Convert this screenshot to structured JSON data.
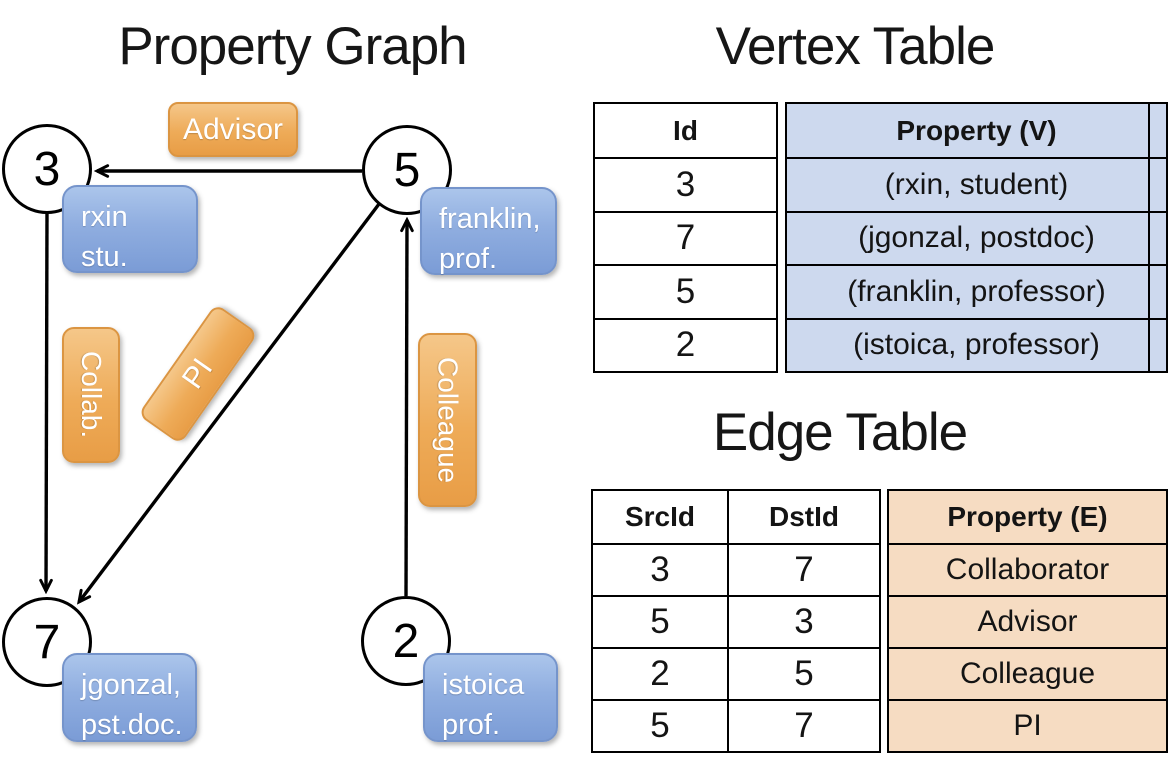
{
  "diagram": {
    "graph": {
      "title": "Property Graph",
      "nodes": {
        "n3": "3",
        "n5": "5",
        "n7": "7",
        "n2": "2"
      },
      "vertex_labels": {
        "v3": {
          "line1": "rxin",
          "line2": "stu."
        },
        "v5": {
          "line1": "franklin,",
          "line2": "prof."
        },
        "v7": {
          "line1": "jgonzal,",
          "line2": "pst.doc."
        },
        "v2": {
          "line1": "istoica",
          "line2": "prof."
        }
      },
      "edge_labels": {
        "advisor": "Advisor",
        "collab": "Collab.",
        "pi": "PI",
        "colleague": "Colleague"
      },
      "edges": [
        {
          "from": "5",
          "to": "3",
          "label": "Advisor"
        },
        {
          "from": "3",
          "to": "7",
          "label": "Collab."
        },
        {
          "from": "5",
          "to": "7",
          "label": "PI"
        },
        {
          "from": "2",
          "to": "5",
          "label": "Colleague"
        }
      ]
    },
    "vertex_table": {
      "title": "Vertex Table",
      "columns": [
        "Id",
        "Property (V)"
      ],
      "rows": [
        [
          "3",
          "(rxin, student)"
        ],
        [
          "7",
          "(jgonzal, postdoc)"
        ],
        [
          "5",
          "(franklin, professor)"
        ],
        [
          "2",
          "(istoica, professor)"
        ]
      ]
    },
    "edge_table": {
      "title": "Edge Table",
      "columns": [
        "SrcId",
        "DstId",
        "Property (E)"
      ],
      "rows": [
        [
          "3",
          "7",
          "Collaborator"
        ],
        [
          "5",
          "3",
          "Advisor"
        ],
        [
          "2",
          "5",
          "Colleague"
        ],
        [
          "5",
          "7",
          "PI"
        ]
      ]
    },
    "colors": {
      "vertex_property_fill": "#cdd9ee",
      "edge_property_fill": "#f6dcc2",
      "vertex_box_blue": "#8fade0",
      "edge_box_orange": "#eeab58",
      "line_color": "#000000"
    }
  }
}
